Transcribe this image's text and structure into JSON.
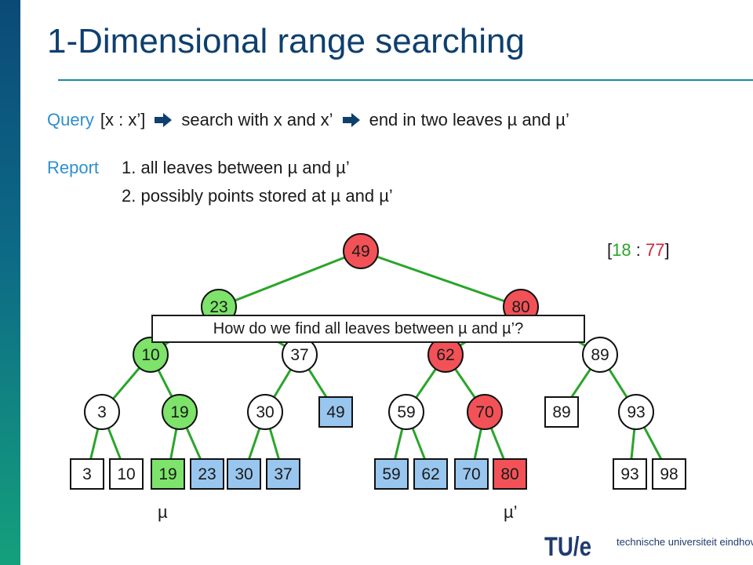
{
  "slide": {
    "title": "1-Dimensional range searching",
    "query_line": {
      "label": "Query",
      "expr": "[x : x’]",
      "step1": "search with x and x’",
      "step2": "end in two leaves µ and µ’"
    },
    "report": {
      "label": "Report",
      "items": [
        "1. all leaves between µ and µ’",
        "2. possibly points stored at µ and µ’"
      ]
    },
    "range": {
      "open": "[",
      "low": "18",
      "sep": " : ",
      "high": "77",
      "close": "]"
    },
    "callout": "How do we find all leaves between µ and µ’?",
    "mu_labels": [
      "µ",
      "µ’"
    ],
    "logo": {
      "mark": "TU/e",
      "tagline": "technische universiteit eindhoven"
    }
  },
  "colors": {
    "red": "#f25257",
    "green": "#7de36a",
    "blue": "#99c6ee",
    "white": "#ffffff",
    "edge": "#2aa52a",
    "title": "#0e3f6e",
    "accent": "#2f8fcf"
  },
  "tree": {
    "nodes": [
      {
        "id": "n49",
        "label": "49",
        "shape": "circle",
        "fill": "red"
      },
      {
        "id": "n23",
        "label": "23",
        "shape": "circle",
        "fill": "green"
      },
      {
        "id": "n80",
        "label": "80",
        "shape": "circle",
        "fill": "red"
      },
      {
        "id": "n10",
        "label": "10",
        "shape": "circle",
        "fill": "green"
      },
      {
        "id": "n37",
        "label": "37",
        "shape": "circle",
        "fill": "white"
      },
      {
        "id": "n62",
        "label": "62",
        "shape": "circle",
        "fill": "red"
      },
      {
        "id": "n89",
        "label": "89",
        "shape": "circle",
        "fill": "white"
      },
      {
        "id": "n3",
        "label": "3",
        "shape": "circle",
        "fill": "white"
      },
      {
        "id": "n19",
        "label": "19",
        "shape": "circle",
        "fill": "green"
      },
      {
        "id": "n30",
        "label": "30",
        "shape": "circle",
        "fill": "white"
      },
      {
        "id": "l49",
        "label": "49",
        "shape": "box",
        "fill": "blue"
      },
      {
        "id": "n59",
        "label": "59",
        "shape": "circle",
        "fill": "white"
      },
      {
        "id": "n70",
        "label": "70",
        "shape": "circle",
        "fill": "red"
      },
      {
        "id": "l89",
        "label": "89",
        "shape": "box",
        "fill": "white"
      },
      {
        "id": "n93",
        "label": "93",
        "shape": "circle",
        "fill": "white"
      },
      {
        "id": "l3",
        "label": "3",
        "shape": "box",
        "fill": "white"
      },
      {
        "id": "l10",
        "label": "10",
        "shape": "box",
        "fill": "white"
      },
      {
        "id": "l19",
        "label": "19",
        "shape": "box",
        "fill": "green"
      },
      {
        "id": "l23",
        "label": "23",
        "shape": "box",
        "fill": "blue"
      },
      {
        "id": "l30",
        "label": "30",
        "shape": "box",
        "fill": "blue"
      },
      {
        "id": "l37",
        "label": "37",
        "shape": "box",
        "fill": "blue"
      },
      {
        "id": "l59",
        "label": "59",
        "shape": "box",
        "fill": "blue"
      },
      {
        "id": "l62",
        "label": "62",
        "shape": "box",
        "fill": "blue"
      },
      {
        "id": "l70",
        "label": "70",
        "shape": "box",
        "fill": "blue"
      },
      {
        "id": "l80",
        "label": "80",
        "shape": "box",
        "fill": "red"
      },
      {
        "id": "l93",
        "label": "93",
        "shape": "box",
        "fill": "white"
      },
      {
        "id": "l98",
        "label": "98",
        "shape": "box",
        "fill": "white"
      }
    ],
    "edges": [
      [
        "n49",
        "n23"
      ],
      [
        "n49",
        "n80"
      ],
      [
        "n23",
        "n10"
      ],
      [
        "n23",
        "n37"
      ],
      [
        "n80",
        "n62"
      ],
      [
        "n80",
        "n89"
      ],
      [
        "n10",
        "n3"
      ],
      [
        "n10",
        "n19"
      ],
      [
        "n37",
        "n30"
      ],
      [
        "n37",
        "l49"
      ],
      [
        "n62",
        "n59"
      ],
      [
        "n62",
        "n70"
      ],
      [
        "n89",
        "l89"
      ],
      [
        "n89",
        "n93"
      ],
      [
        "n3",
        "l3"
      ],
      [
        "n3",
        "l10"
      ],
      [
        "n19",
        "l19"
      ],
      [
        "n19",
        "l23"
      ],
      [
        "n30",
        "l30"
      ],
      [
        "n30",
        "l37"
      ],
      [
        "n59",
        "l59"
      ],
      [
        "n59",
        "l62"
      ],
      [
        "n70",
        "l70"
      ],
      [
        "n70",
        "l80"
      ],
      [
        "n93",
        "l93"
      ],
      [
        "n93",
        "l98"
      ]
    ]
  }
}
